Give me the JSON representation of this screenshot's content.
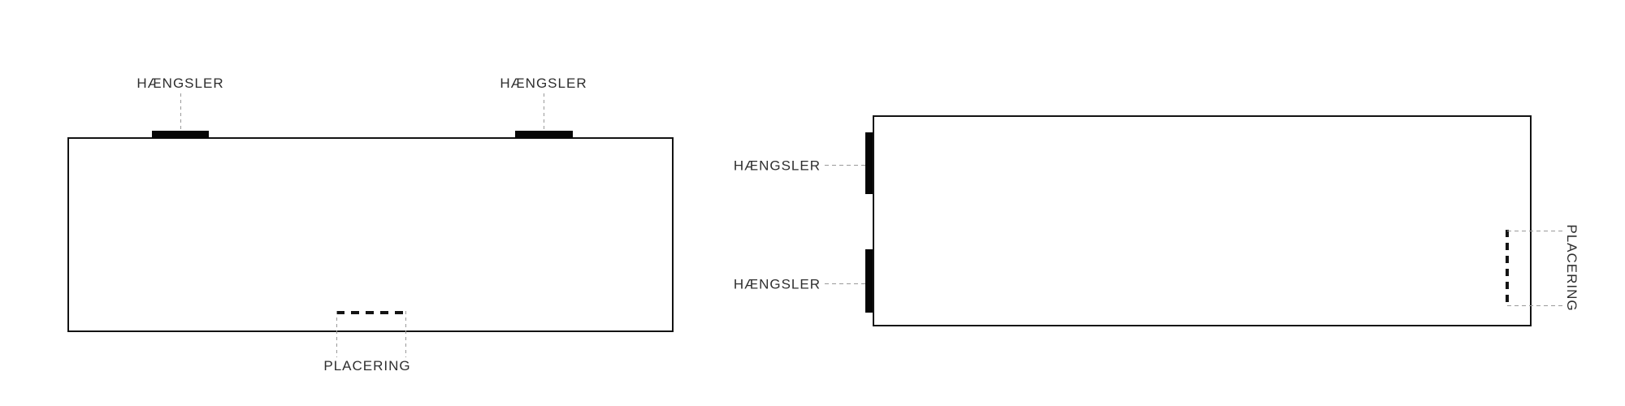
{
  "colors": {
    "background": "#ffffff",
    "outline": "#131313",
    "hinge_fill": "#060606",
    "dashed_gray": "#9a9a9a",
    "dashed_black": "#141414",
    "label_text": "#2e2e2e"
  },
  "left_view": {
    "hinges": [
      {
        "label": "HÆNGSLER"
      },
      {
        "label": "HÆNGSLER"
      }
    ],
    "placement": {
      "label": "PLACERING"
    }
  },
  "right_view": {
    "hinges": [
      {
        "label": "HÆNGSLER"
      },
      {
        "label": "HÆNGSLER"
      }
    ],
    "placement": {
      "label": "PLACERING"
    }
  }
}
